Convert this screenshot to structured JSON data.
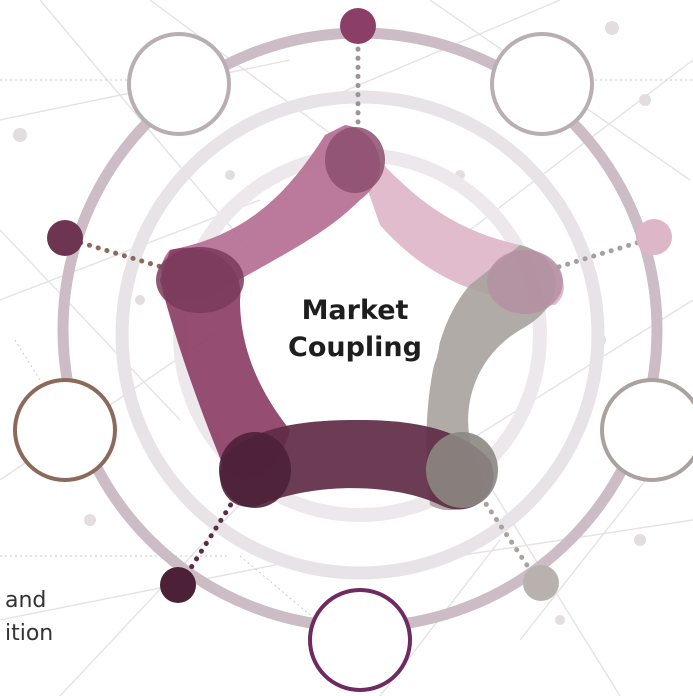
{
  "center": {
    "line1": "Market",
    "line2": "Coupling"
  },
  "fragments": {
    "line1": "and",
    "line2": "ition"
  },
  "colors": {
    "plum_dark": "#5e2b45",
    "plum_mid": "#8c3f66",
    "mauve": "#b56e92",
    "pink_light": "#ddb6c8",
    "gray": "#a9a29e",
    "ring": "#cdbfc8",
    "brown": "#8b6a5c",
    "purple_outline": "#6e2a63"
  }
}
